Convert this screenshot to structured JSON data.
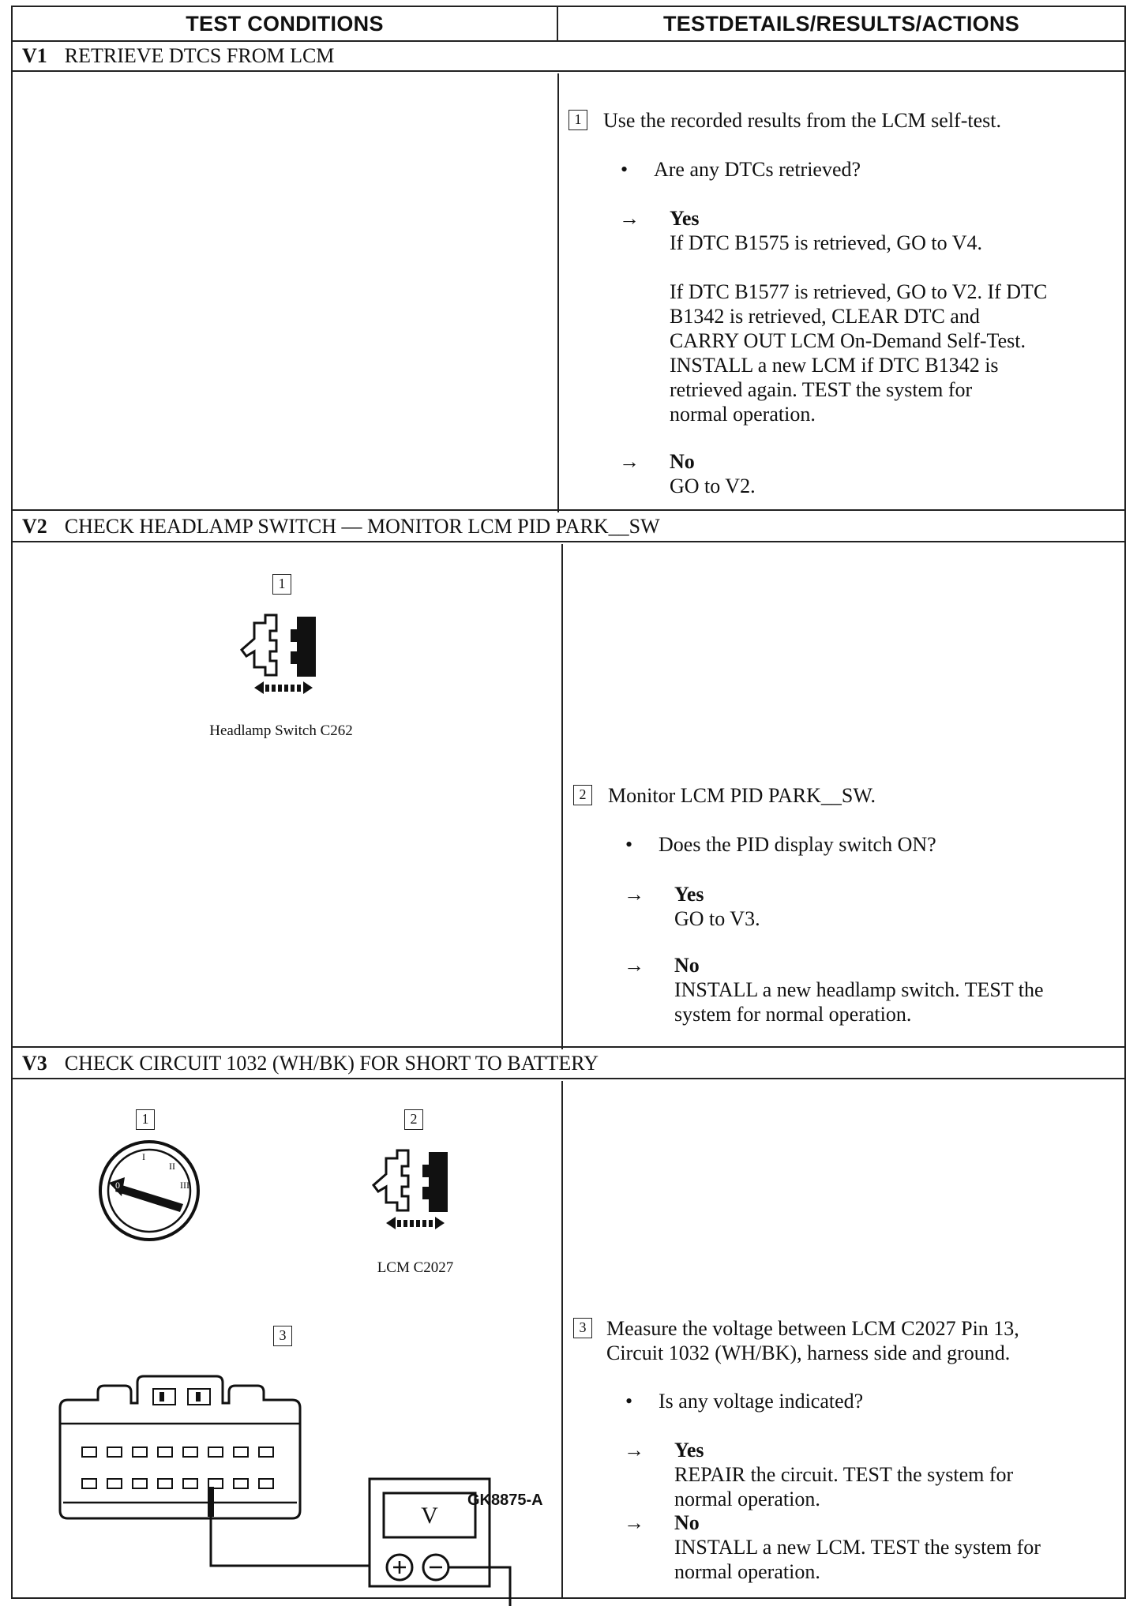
{
  "header": {
    "col1": "TEST CONDITIONS",
    "col2": "TESTDETAILS/RESULTS/ACTIONS"
  },
  "v1": {
    "num": "V1",
    "title": "RETRIEVE DTCS FROM LCM",
    "step1": {
      "box": "1",
      "text": "Use the recorded results from the LCM self-test."
    },
    "question": "Are any DTCs retrieved?",
    "yes_label": "Yes",
    "yes_lines": [
      "If DTC B1575 is retrieved, GO to V4.",
      "",
      "If DTC B1577 is retrieved, GO to V2. If DTC",
      "B1342 is retrieved, CLEAR DTC and",
      "CARRY OUT LCM On-Demand Self-Test.",
      "INSTALL a new LCM if DTC B1342 is",
      "retrieved again. TEST the system for",
      "normal operation."
    ],
    "no_label": "No",
    "no_text": "GO to V2."
  },
  "v2": {
    "num": "V2",
    "title": "CHECK HEADLAMP SWITCH — MONITOR LCM PID PARK__SW",
    "fig1_box": "1",
    "fig1_caption": "Headlamp Switch C262",
    "step2": {
      "box": "2",
      "text": "Monitor LCM PID PARK__SW."
    },
    "question": "Does the PID display switch ON?",
    "yes_label": "Yes",
    "yes_text": "GO to V3.",
    "no_label": "No",
    "no_lines": [
      "INSTALL a new headlamp switch. TEST the",
      "system   for normal operation."
    ]
  },
  "v3": {
    "num": "V3",
    "title": "CHECK CIRCUIT 1032 (WH/BK) FOR SHORT TO BATTERY",
    "fig1_box": "1",
    "fig2_box": "2",
    "fig2_caption": "LCM C2027",
    "fig3_box": "3",
    "meter_symbol": "V",
    "meter_label": "GK8875-A",
    "step3": {
      "box": "3",
      "lines": [
        "Measure the voltage between LCM C2027 Pin 13,",
        "Circuit 1032 (WH/BK), harness side and ground."
      ]
    },
    "question": "Is any voltage indicated?",
    "yes_label": "Yes",
    "yes_lines": [
      "REPAIR the circuit. TEST the system for",
      "normal operation."
    ],
    "no_label": "No",
    "no_lines": [
      "INSTALL a new LCM. TEST the system for",
      "normal operation."
    ]
  },
  "glyphs": {
    "arrow": "→",
    "bullet": "•"
  }
}
